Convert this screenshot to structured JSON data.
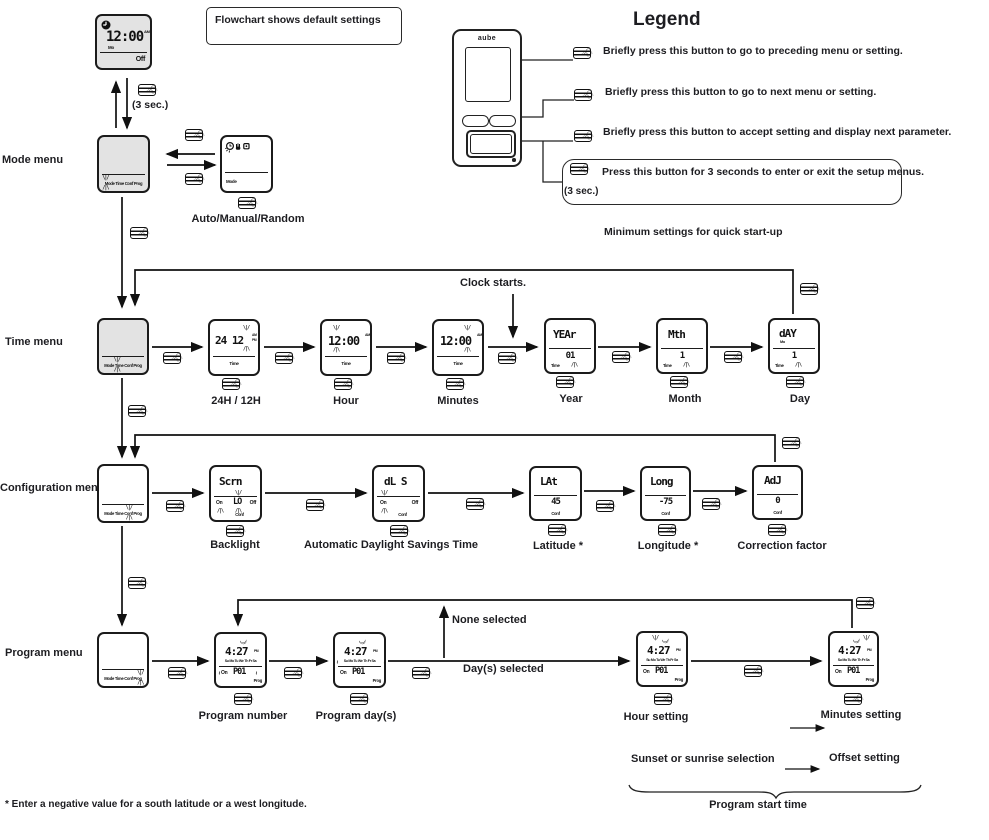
{
  "note_box": "Flowchart shows default settings",
  "legend": {
    "title": "Legend",
    "brand": "aube",
    "items": [
      {
        "text": "Briefly press this button to go to preceding menu or setting."
      },
      {
        "text": "Briefly press this button to go to next menu or setting."
      },
      {
        "text": "Briefly press this button to accept setting and display next parameter."
      },
      {
        "text": "Press this button for 3 seconds to enter or exit the setup menus.",
        "sub": "(3 sec.)"
      }
    ],
    "quick_start": "Minimum settings for quick start-up"
  },
  "menu_labels": {
    "mode": "Mode menu",
    "time": "Time menu",
    "config": "Configuration menu",
    "program": "Program menu"
  },
  "flow": {
    "three_sec": "(3 sec.)",
    "clock_starts": "Clock starts.",
    "none_selected": "None selected",
    "days_selected": "Day(s) selected",
    "sunset": "Sunset or sunrise selection",
    "offset": "Offset setting",
    "program_start": "Program start time",
    "footnote": "* Enter a negative value for a south latitude or a west longitude."
  },
  "captions": {
    "auto": "Auto/Manual/Random",
    "format": "24H / 12H",
    "hour": "Hour",
    "minutes": "Minutes",
    "year": "Year",
    "month": "Month",
    "day": "Day",
    "backlight": "Backlight",
    "dst": "Automatic Daylight Savings Time",
    "latitude": "Latitude *",
    "longitude": "Longitude *",
    "adjust": "Correction factor",
    "prog_number": "Program number",
    "prog_days": "Program day(s)",
    "hour_setting": "Hour setting",
    "minutes_setting": "Minutes setting"
  },
  "lcd": {
    "menu_strip": "Mode Time Conf Prog",
    "flash_up": "\\|/",
    "flash_down": "/|\\",
    "time_label": "Time",
    "conf_label": "Conf",
    "prog_label": "Prog",
    "mode_label": "Mode",
    "standby": {
      "time": "12:00",
      "ampm": "AM",
      "day": "Mo",
      "state": "Off"
    },
    "format": {
      "value": "24 12",
      "am": "AM",
      "pm": "PM"
    },
    "clock": {
      "time": "12:00",
      "ampm": "AM"
    },
    "year": {
      "main": "YEAr",
      "value": "01"
    },
    "month": {
      "main": "Mth",
      "value": "1"
    },
    "day": {
      "main": "dAY",
      "sub": "Mo",
      "value": "1"
    },
    "backlight": {
      "main": "Scrn",
      "on": "On",
      "value": "LO",
      "off": "Off"
    },
    "dst": {
      "main": "dL S",
      "on": "On",
      "off": "Off"
    },
    "latitude": {
      "main": "LAt",
      "value": "45"
    },
    "longitude": {
      "main": "Long",
      "value": "-75"
    },
    "adjust": {
      "main": "AdJ",
      "value": "0"
    },
    "program": {
      "time": "4:27",
      "ampm": "PM",
      "days": "Su Mo Tu We Th Fr Sa",
      "on": "On",
      "value": "P01"
    }
  },
  "icons": {
    "hand": "☜",
    "moon": "☾",
    "squiggle": "~"
  }
}
